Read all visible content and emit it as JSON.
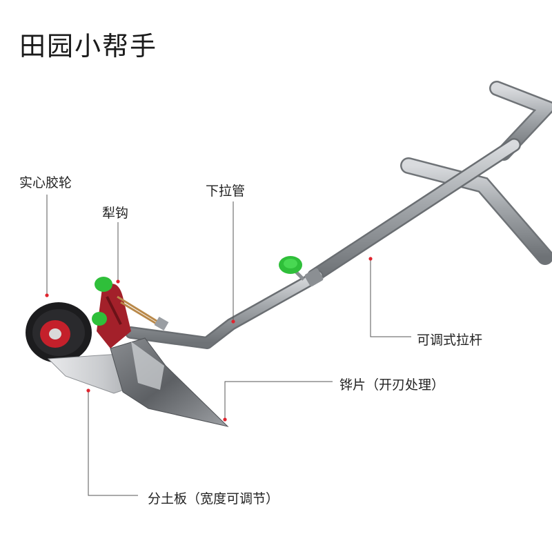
{
  "title": "田园小帮手",
  "labels": {
    "tire": "实心胶轮",
    "hook": "犁钩",
    "pull_pipe": "下拉管",
    "adjustable_rod": "可调式拉杆",
    "blade": "铧片（开刃处理）",
    "board": "分土板（宽度可调节）"
  },
  "colors": {
    "background": "#ffffff",
    "metal": "#9a9ea3",
    "knob": "#2fbf3a",
    "hook_red": "#a3202a",
    "leader_dot": "#e0242e"
  }
}
